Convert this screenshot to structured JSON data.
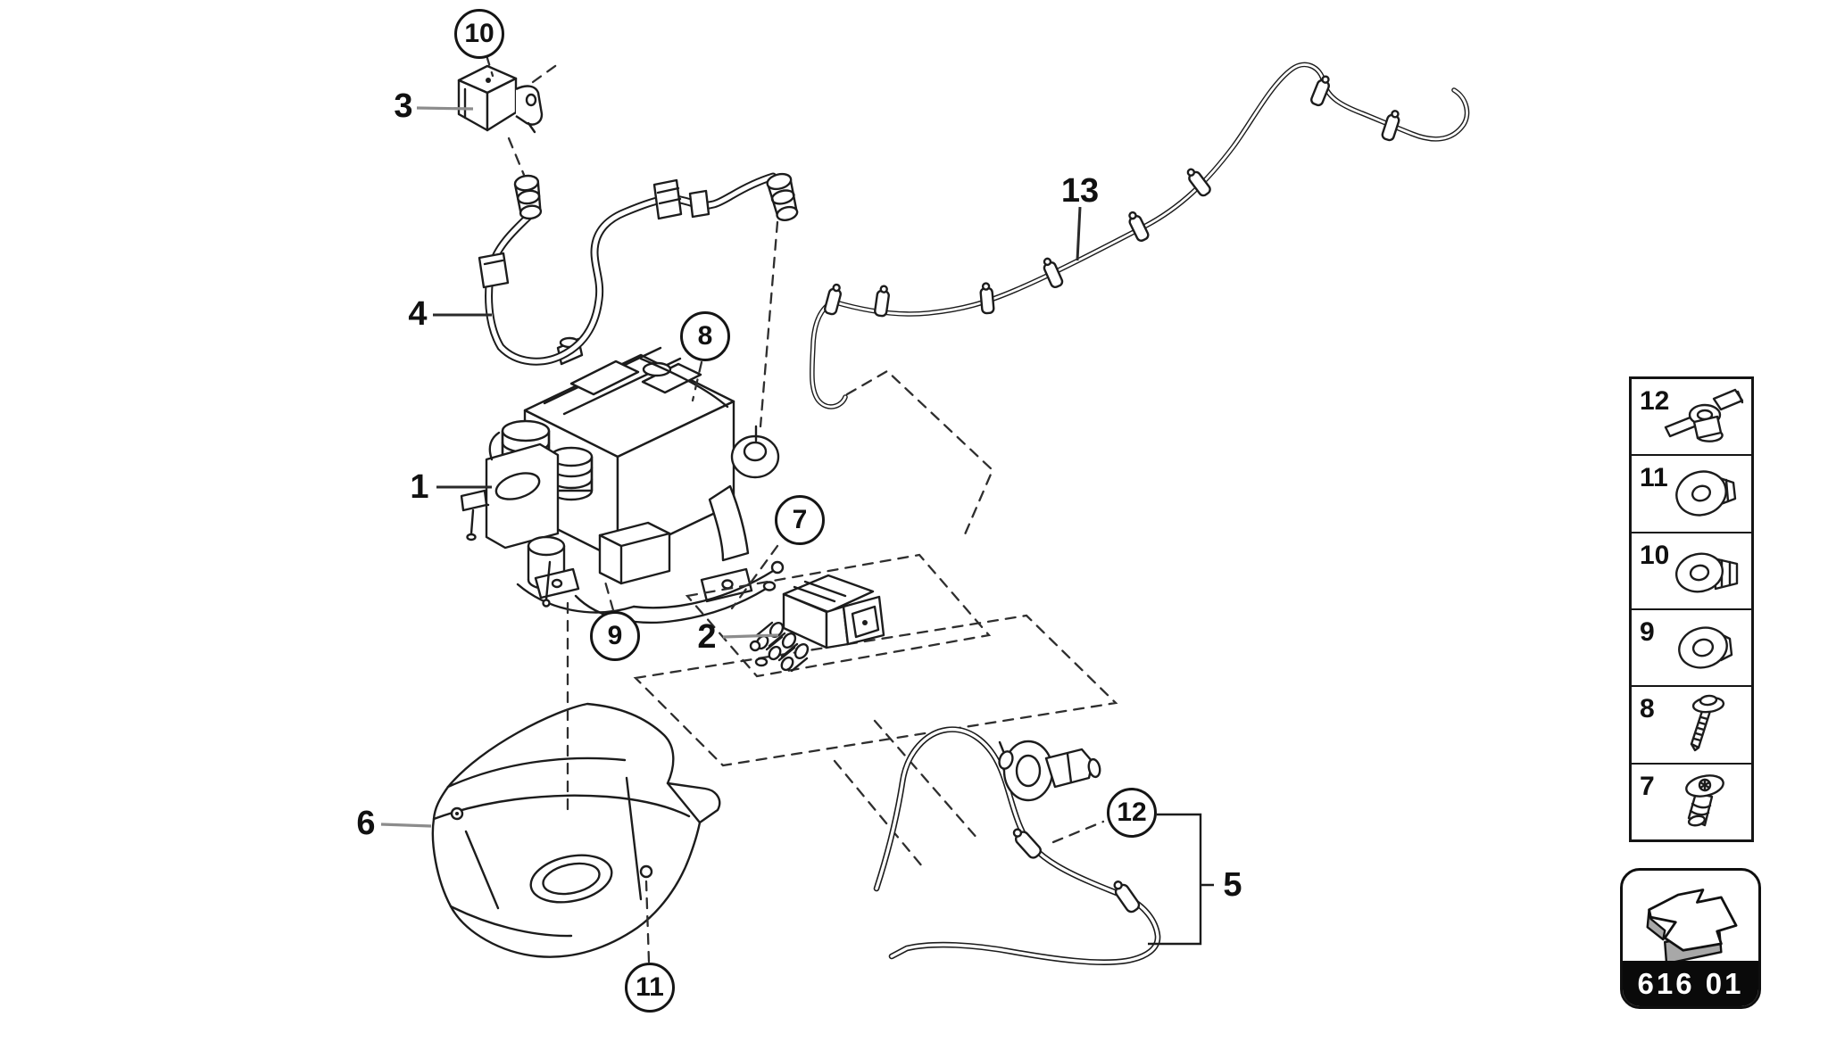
{
  "diagram_type": "parts-exploded-view",
  "callouts": [
    {
      "number": "1",
      "shape": "plain"
    },
    {
      "number": "2",
      "shape": "plain"
    },
    {
      "number": "3",
      "shape": "plain"
    },
    {
      "number": "4",
      "shape": "plain"
    },
    {
      "number": "5",
      "shape": "plain"
    },
    {
      "number": "6",
      "shape": "plain"
    },
    {
      "number": "7",
      "shape": "circle"
    },
    {
      "number": "8",
      "shape": "circle"
    },
    {
      "number": "9",
      "shape": "circle"
    },
    {
      "number": "10",
      "shape": "circle"
    },
    {
      "number": "11",
      "shape": "circle"
    },
    {
      "number": "12",
      "shape": "circle"
    },
    {
      "number": "13",
      "shape": "plain"
    }
  ],
  "legend": {
    "items": [
      {
        "number": "12",
        "icon": "pipe-clip-icon"
      },
      {
        "number": "11",
        "icon": "washer-nut-icon"
      },
      {
        "number": "10",
        "icon": "flange-nut-icon"
      },
      {
        "number": "9",
        "icon": "washer-icon"
      },
      {
        "number": "8",
        "icon": "long-screw-icon"
      },
      {
        "number": "7",
        "icon": "torx-screw-icon"
      }
    ]
  },
  "badge": {
    "code": "616 01",
    "icon": "direction-arrow-icon"
  },
  "colors": {
    "line": "#1c1c1c",
    "leader_gray": "#8c8c8c",
    "badge_bar": "#0a0a0a",
    "arrow_gray": "#a8a8a8"
  }
}
